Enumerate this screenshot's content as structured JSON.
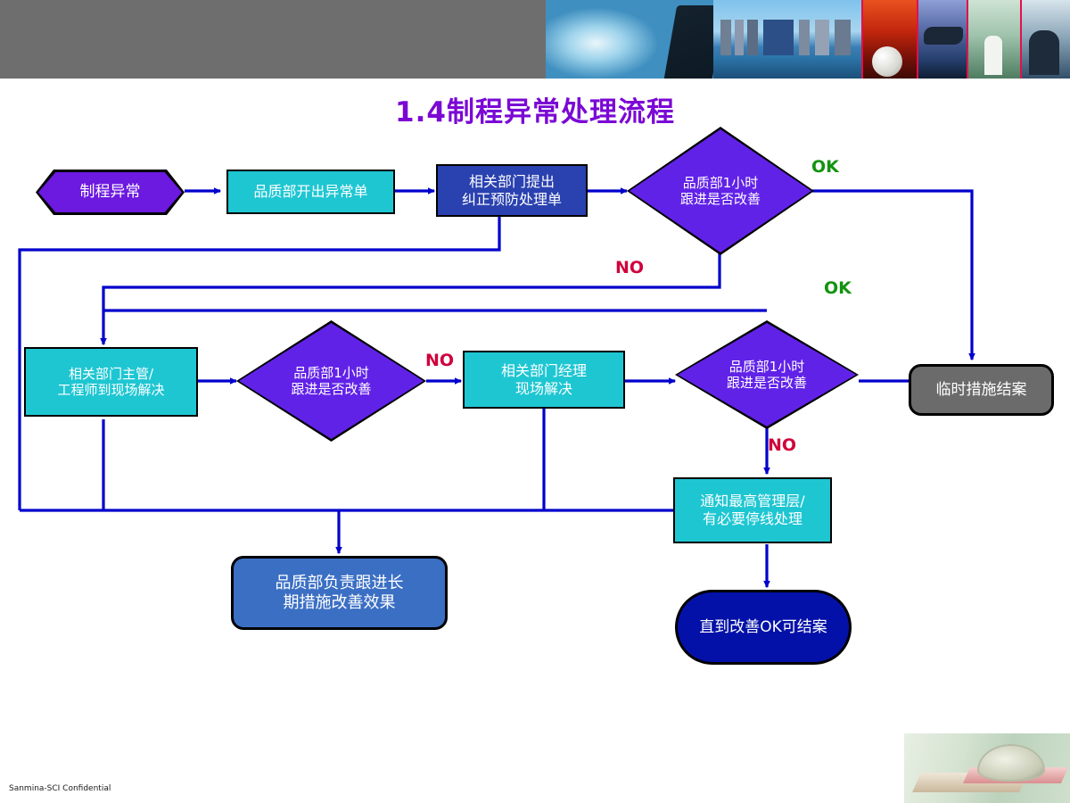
{
  "document": {
    "title": "1.4制程异常处理流程",
    "footer": "Sanmina-SCI Confidential",
    "title_color": "#7b08d4"
  },
  "banner": {
    "images": [
      {
        "name": "handshake-photo",
        "alt": "蓝色握手图片"
      },
      {
        "name": "city-skyline-photo",
        "alt": "城市天际线图片"
      },
      {
        "name": "fire-sphere-photo",
        "alt": "红色火焰与球体图片"
      },
      {
        "name": "helicopter-photo",
        "alt": "直升机图片"
      },
      {
        "name": "factory-workers-photo",
        "alt": "工厂作业员图片"
      },
      {
        "name": "worker-closeup-photo",
        "alt": "作业员特写图片"
      }
    ]
  },
  "corner_image": {
    "name": "desk-clock-photo",
    "alt": "桌面时钟与书本图片"
  },
  "flow": {
    "nodes": [
      {
        "id": "n1",
        "label": "制程异常",
        "shape": "hexagon",
        "fill": "#6C19E0"
      },
      {
        "id": "n2",
        "label": "品质部开出异常单",
        "shape": "rect",
        "fill": "#1EC6D2"
      },
      {
        "id": "n3",
        "label": "相关部门提出\n纠正预防处理单",
        "shape": "rect",
        "fill": "#2A41B0"
      },
      {
        "id": "n4",
        "label": "品质部1小时\n跟进是否改善",
        "shape": "diamond",
        "fill": "#6122E8"
      },
      {
        "id": "n5",
        "label": "相关部门主管/\n工程师到现场解决",
        "shape": "rect",
        "fill": "#1EC6D2"
      },
      {
        "id": "n6",
        "label": "品质部1小时\n跟进是否改善",
        "shape": "diamond",
        "fill": "#6122E8"
      },
      {
        "id": "n7",
        "label": "相关部门经理\n现场解决",
        "shape": "rect",
        "fill": "#1EC6D2"
      },
      {
        "id": "n8",
        "label": "品质部1小时\n跟进是否改善",
        "shape": "diamond",
        "fill": "#6122E8"
      },
      {
        "id": "n9",
        "label": "临时措施结案",
        "shape": "rounded",
        "fill": "#6b6b6b"
      },
      {
        "id": "n10",
        "label": "通知最高管理层/\n有必要停线处理",
        "shape": "rect",
        "fill": "#1EC6D2"
      },
      {
        "id": "n11",
        "label": "品质部负责跟进长\n期措施改善效果",
        "shape": "rounded",
        "fill": "#3b6fc4"
      },
      {
        "id": "n12",
        "label": "直到改善OK可结案",
        "shape": "stadium",
        "fill": "#0411A8"
      }
    ],
    "edge_labels": [
      {
        "id": "ok1",
        "text": "OK",
        "color": "#13930f"
      },
      {
        "id": "no1",
        "text": "NO",
        "color": "#d1003c"
      },
      {
        "id": "ok2",
        "text": "OK",
        "color": "#13930f"
      },
      {
        "id": "no2",
        "text": "NO",
        "color": "#d1003c"
      },
      {
        "id": "no3",
        "text": "NO",
        "color": "#d1003c"
      }
    ],
    "connector_color": "#0000CC"
  }
}
